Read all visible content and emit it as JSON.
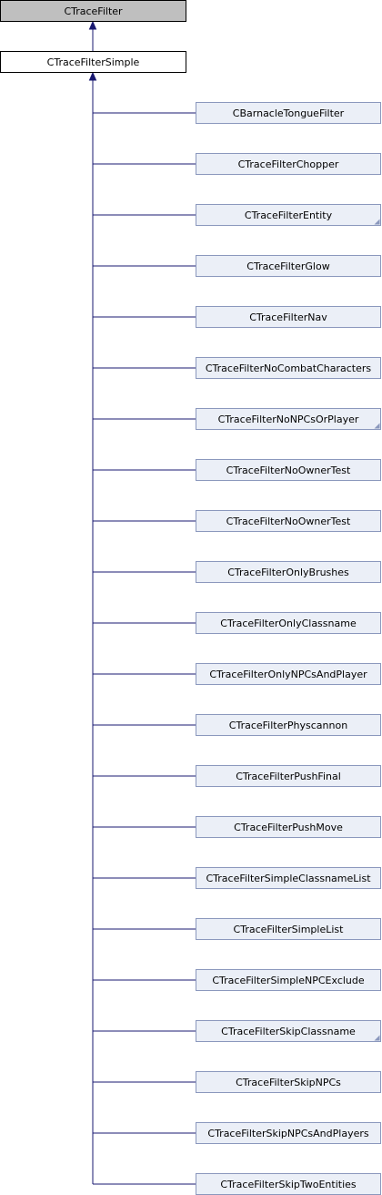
{
  "colors": {
    "edge": "#191970",
    "box_border": "#000000",
    "root_fill": "#bfbfbf",
    "derived_fill": "#ffffff",
    "child_fill": "#ebeff7",
    "child_border": "#8b98bd",
    "more_marker": "#8b98bd"
  },
  "root": {
    "label": "CTraceFilter"
  },
  "base": {
    "label": "CTraceFilterSimple"
  },
  "children": [
    {
      "label": "CBarnacleTongueFilter",
      "has_more": false
    },
    {
      "label": "CTraceFilterChopper",
      "has_more": false
    },
    {
      "label": "CTraceFilterEntity",
      "has_more": true
    },
    {
      "label": "CTraceFilterGlow",
      "has_more": false
    },
    {
      "label": "CTraceFilterNav",
      "has_more": false
    },
    {
      "label": "CTraceFilterNoCombatCharacters",
      "has_more": false
    },
    {
      "label": "CTraceFilterNoNPCsOrPlayer",
      "has_more": true
    },
    {
      "label": "CTraceFilterNoOwnerTest",
      "has_more": false
    },
    {
      "label": "CTraceFilterNoOwnerTest",
      "has_more": false
    },
    {
      "label": "CTraceFilterOnlyBrushes",
      "has_more": false
    },
    {
      "label": "CTraceFilterOnlyClassname",
      "has_more": false
    },
    {
      "label": "CTraceFilterOnlyNPCsAndPlayer",
      "has_more": false
    },
    {
      "label": "CTraceFilterPhyscannon",
      "has_more": false
    },
    {
      "label": "CTraceFilterPushFinal",
      "has_more": false
    },
    {
      "label": "CTraceFilterPushMove",
      "has_more": false
    },
    {
      "label": "CTraceFilterSimpleClassnameList",
      "has_more": false
    },
    {
      "label": "CTraceFilterSimpleList",
      "has_more": false
    },
    {
      "label": "CTraceFilterSimpleNPCExclude",
      "has_more": false
    },
    {
      "label": "CTraceFilterSkipClassname",
      "has_more": true
    },
    {
      "label": "CTraceFilterSkipNPCs",
      "has_more": false
    },
    {
      "label": "CTraceFilterSkipNPCsAndPlayers",
      "has_more": false
    },
    {
      "label": "CTraceFilterSkipTwoEntities",
      "has_more": false
    }
  ]
}
